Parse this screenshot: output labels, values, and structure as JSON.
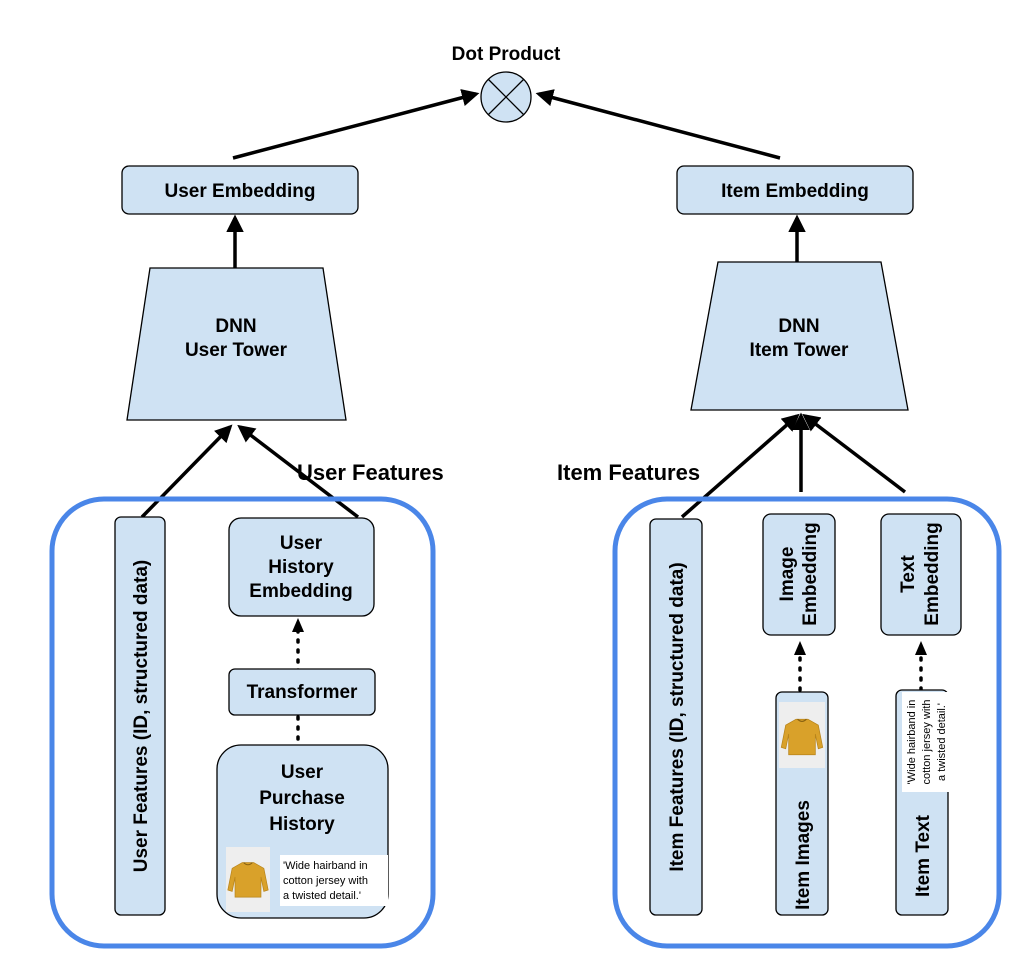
{
  "dot_product": {
    "label": "Dot Product"
  },
  "user_side": {
    "embedding": "User Embedding",
    "tower_line1": "DNN",
    "tower_line2": "User Tower",
    "features_label": "User Features",
    "structured_features": "User Features (ID, structured data)",
    "history_embedding_lines": [
      "User",
      "History",
      "Embedding"
    ],
    "transformer": "Transformer",
    "purchase_history_lines": [
      "User",
      "Purchase",
      "History"
    ],
    "caption_lines": [
      "'Wide hairband in",
      "cotton jersey with",
      "a twisted detail.'"
    ]
  },
  "item_side": {
    "embedding": "Item Embedding",
    "tower_line1": "DNN",
    "tower_line2": "Item Tower",
    "features_label": "Item Features",
    "structured_features": "Item Features (ID, structured data)",
    "image_embedding_lines": [
      "Image",
      "Embedding"
    ],
    "text_embedding_lines": [
      "Text",
      "Embedding"
    ],
    "item_images": "Item Images",
    "item_text": "Item Text",
    "caption_lines": [
      "'Wide hairband in",
      "cotton jersey with",
      "a twisted detail.'"
    ]
  },
  "colors": {
    "box_fill": "#cfe2f3",
    "group_outline": "#4a86e8",
    "sweater": "#d9a12a"
  },
  "icons": [
    "multiply-circle-icon",
    "sweater-icon"
  ]
}
